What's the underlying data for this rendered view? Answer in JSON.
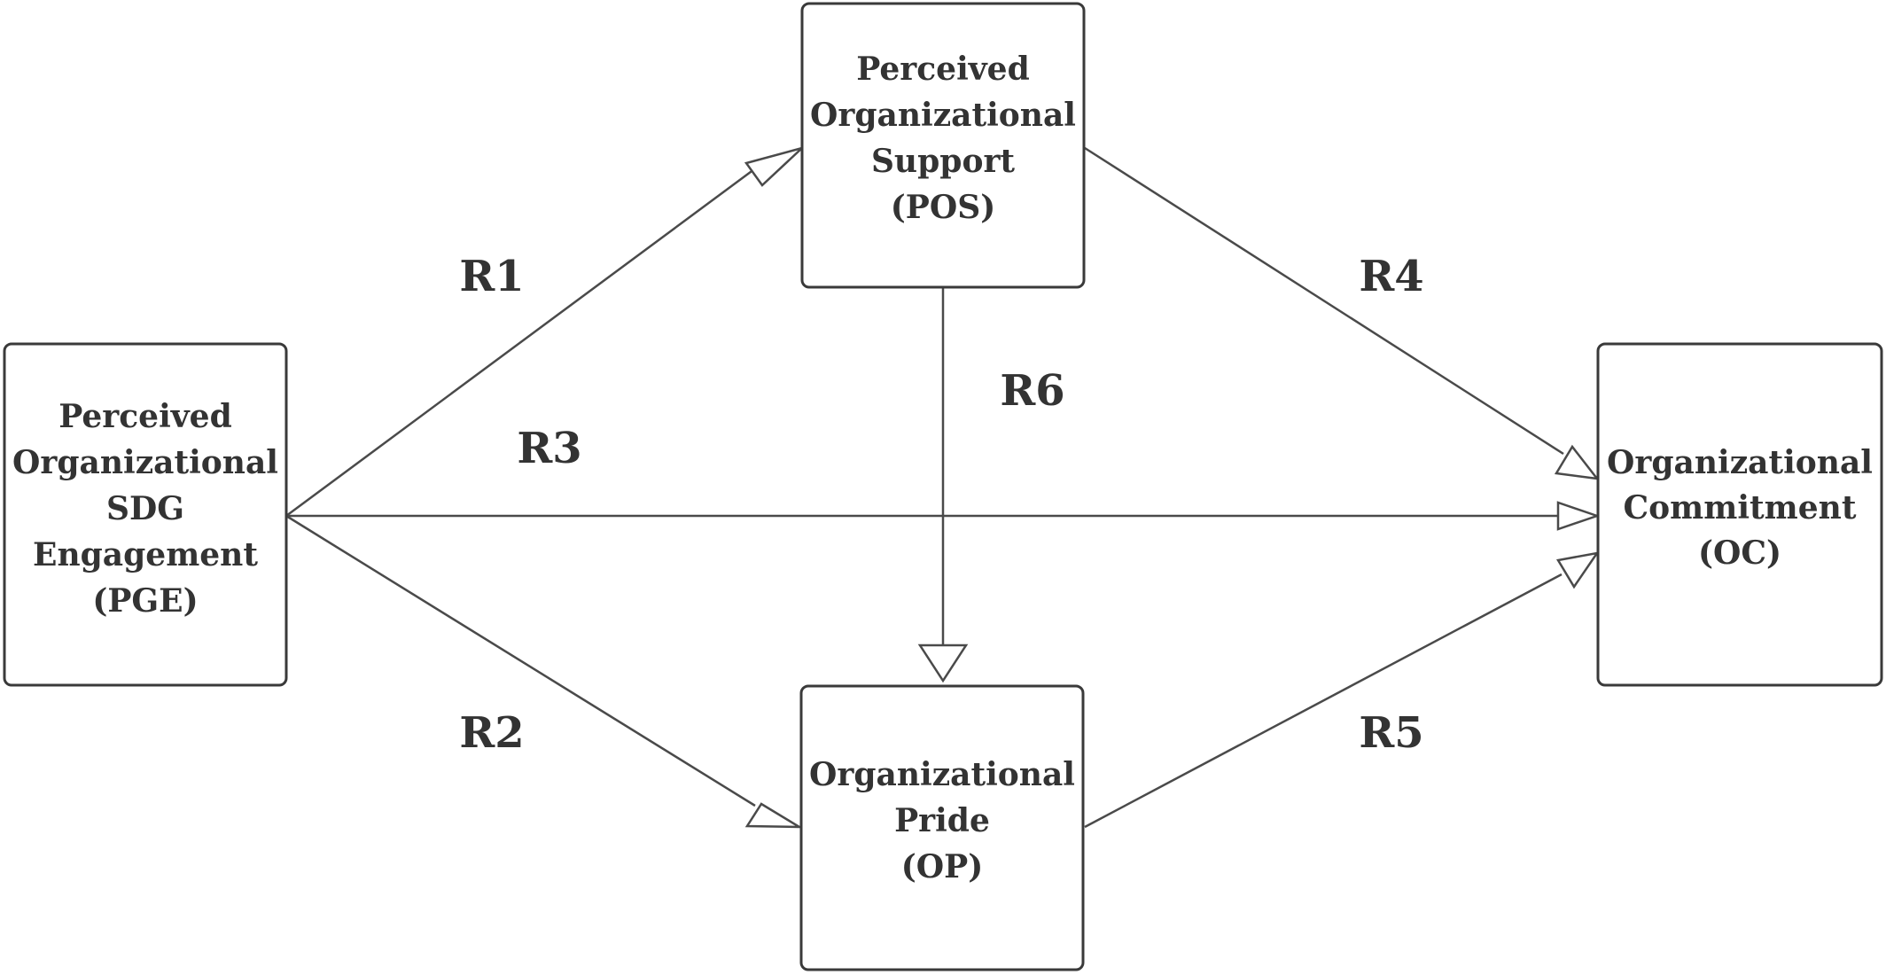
{
  "diagram": {
    "nodes": {
      "pge": {
        "lines": [
          "Perceived",
          "Organizational",
          "SDG",
          "Engagement",
          "(PGE)"
        ]
      },
      "pos": {
        "lines": [
          "Perceived",
          "Organizational",
          "Support",
          "(POS)"
        ]
      },
      "op": {
        "lines": [
          "Organizational",
          "Pride",
          "(OP)"
        ]
      },
      "oc": {
        "lines": [
          "Organizational",
          "Commitment",
          "(OC)"
        ]
      }
    },
    "edges": [
      {
        "id": "r1",
        "from": "PGE",
        "to": "POS",
        "label": "R1"
      },
      {
        "id": "r2",
        "from": "PGE",
        "to": "OP",
        "label": "R2"
      },
      {
        "id": "r3",
        "from": "PGE",
        "to": "OC",
        "label": "R3"
      },
      {
        "id": "r4",
        "from": "POS",
        "to": "OC",
        "label": "R4"
      },
      {
        "id": "r5",
        "from": "OP",
        "to": "OC",
        "label": "R5"
      },
      {
        "id": "r6",
        "from": "POS",
        "to": "OP",
        "label": "R6"
      }
    ]
  }
}
